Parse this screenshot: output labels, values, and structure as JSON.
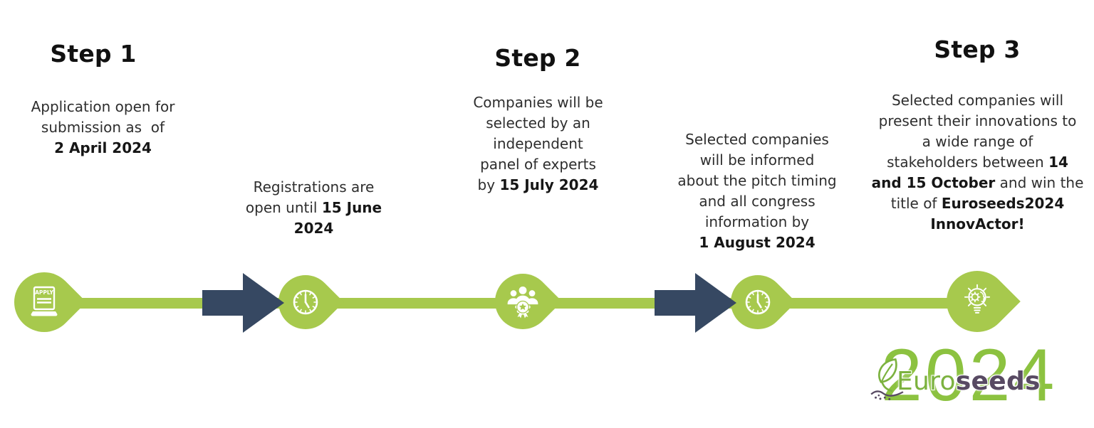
{
  "colors": {
    "timeline_green": "#a7c94d",
    "arrow_navy": "#364862",
    "logo_year_green": "#8cc240",
    "logo_euro_green": "#7cb23f",
    "logo_seeds_purple": "#584a63",
    "text_dark": "#2e2e2e"
  },
  "step1": {
    "heading": "Step 1",
    "lines": [
      [
        {
          "t": "Application open for"
        }
      ],
      [
        {
          "t": "submission as  of"
        }
      ],
      [
        {
          "t": "2 April 2024",
          "b": true
        }
      ]
    ]
  },
  "registrations": {
    "lines": [
      [
        {
          "t": "Registrations are"
        }
      ],
      [
        {
          "t": "open until "
        },
        {
          "t": "15 June",
          "b": true
        }
      ],
      [
        {
          "t": "2024",
          "b": true
        }
      ]
    ]
  },
  "step2": {
    "heading": "Step 2",
    "lines": [
      [
        {
          "t": "Companies will be"
        }
      ],
      [
        {
          "t": "selected by an"
        }
      ],
      [
        {
          "t": "independent"
        }
      ],
      [
        {
          "t": "panel of experts"
        }
      ],
      [
        {
          "t": "by "
        },
        {
          "t": "15 July 2024",
          "b": true
        }
      ]
    ]
  },
  "informed": {
    "lines": [
      [
        {
          "t": "Selected companies"
        }
      ],
      [
        {
          "t": "will be informed"
        }
      ],
      [
        {
          "t": "about the pitch timing"
        }
      ],
      [
        {
          "t": "and all congress"
        }
      ],
      [
        {
          "t": "information by"
        }
      ],
      [
        {
          "t": "1 August 2024",
          "b": true
        }
      ]
    ]
  },
  "step3": {
    "heading": "Step 3",
    "lines": [
      [
        {
          "t": "Selected companies will"
        }
      ],
      [
        {
          "t": "present their innovations to"
        }
      ],
      [
        {
          "t": "a wide range of"
        }
      ],
      [
        {
          "t": "stakeholders between "
        },
        {
          "t": "14",
          "b": true
        }
      ],
      [
        {
          "t": "and 15 October",
          "b": true
        },
        {
          "t": " and win the"
        }
      ],
      [
        {
          "t": "title of "
        },
        {
          "t": "Euroseeds2024",
          "b": true
        }
      ],
      [
        {
          "t": "InnovActor!",
          "b": true
        }
      ]
    ]
  },
  "timeline": {
    "apply_label": "APPLY",
    "nodes": [
      "apply-laptop",
      "clock",
      "people-award",
      "clock",
      "innovation-bulb"
    ]
  },
  "logo": {
    "year": "2024",
    "brand_green": "Euro",
    "brand_purple": "seeds"
  }
}
